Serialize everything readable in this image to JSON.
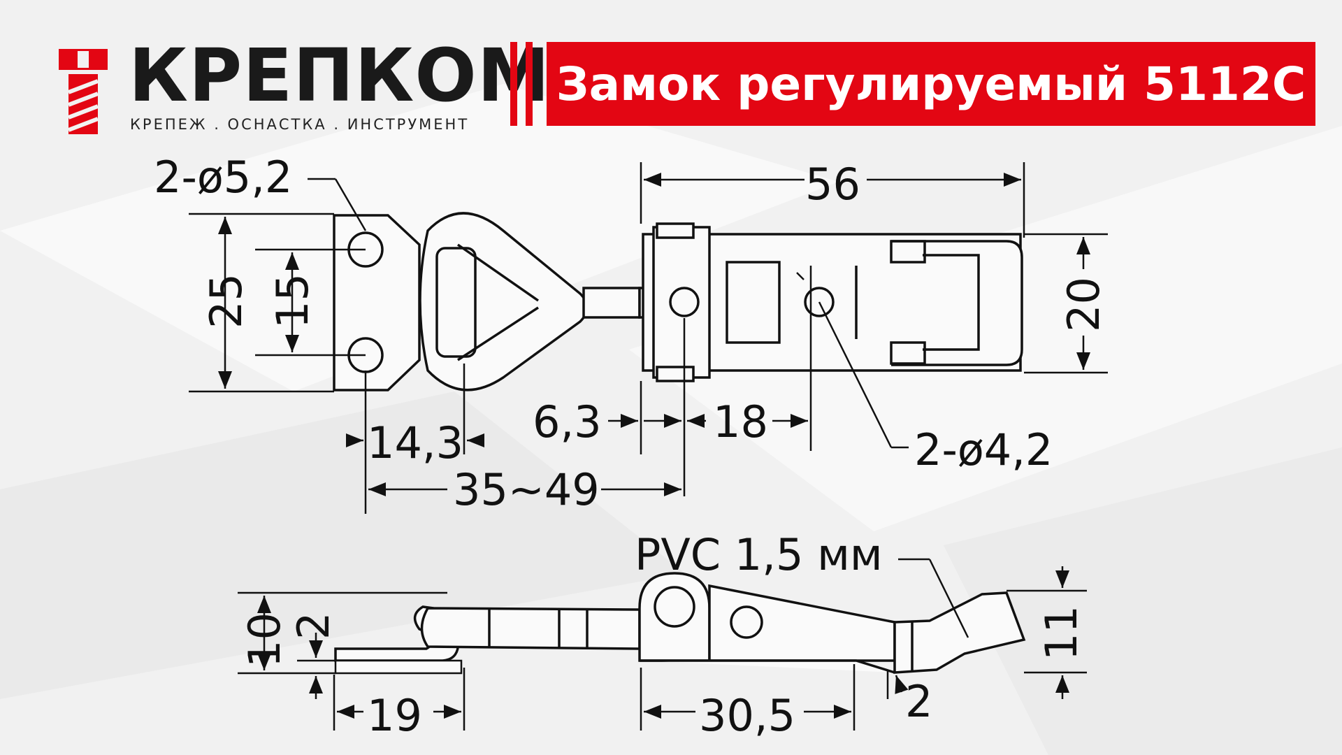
{
  "brand": {
    "name": "КРЕПКОМ",
    "tagline": "КРЕПЕЖ . ОСНАСТКА . ИНСТРУМЕНТ"
  },
  "title": "Замок регулируемый 5112С",
  "colors": {
    "accent": "#e30613",
    "ink": "#111111"
  },
  "dimensions": {
    "holes_large": "2-ø5,2",
    "holes_small": "2-ø4,2",
    "overall_length": "56",
    "height_25": "25",
    "spacing_15": "15",
    "width_20": "20",
    "offset_14_3": "14,3",
    "offset_6_3": "6,3",
    "length_18": "18",
    "range": "35~49",
    "material": "PVC 1,5 мм",
    "side_10": "10",
    "side_2a": "2",
    "side_19": "19",
    "side_30_5": "30,5",
    "side_11": "11",
    "side_2b": "2"
  }
}
